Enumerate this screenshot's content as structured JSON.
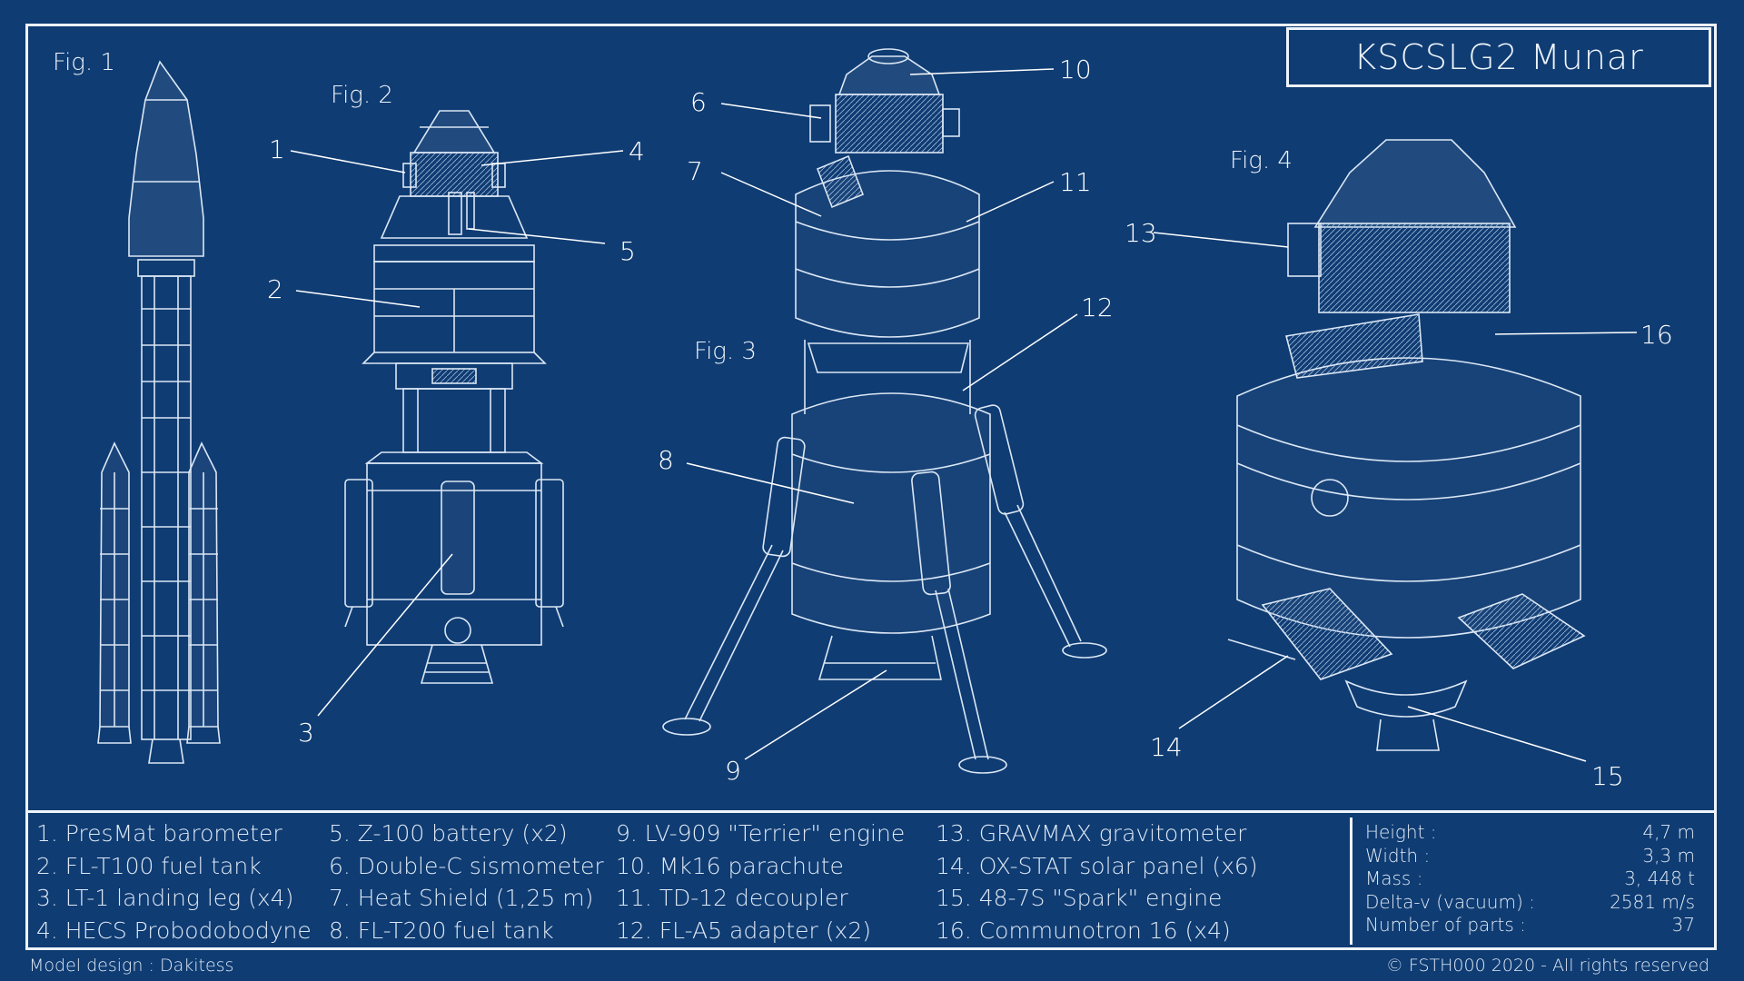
{
  "title": "KSCSLG2 Munar",
  "figures": {
    "fig1": "Fig. 1",
    "fig2": "Fig. 2",
    "fig3": "Fig. 3",
    "fig4": "Fig. 4"
  },
  "callouts": [
    "1",
    "2",
    "3",
    "4",
    "5",
    "6",
    "7",
    "8",
    "9",
    "10",
    "11",
    "12",
    "13",
    "14",
    "15",
    "16"
  ],
  "legend": [
    [
      "1. PresMat barometer",
      "2. FL-T100 fuel tank",
      "3. LT-1 landing leg (x4)",
      "4. HECS Probodobodyne"
    ],
    [
      "5. Z-100 battery (x2)",
      "6. Double-C sismometer",
      "7. Heat Shield (1,25 m)",
      "8. FL-T200 fuel tank"
    ],
    [
      "9. LV-909 \"Terrier\" engine",
      "10. Mk16 parachute",
      "11. TD-12 decoupler",
      "12. FL-A5 adapter (x2)"
    ],
    [
      "13. GRAVMAX gravitometer",
      "14. OX-STAT solar panel (x6)",
      "15. 48-7S \"Spark\" engine",
      "16. Communotron 16 (x4)"
    ]
  ],
  "stats": [
    {
      "label": "Height :",
      "value": "4,7 m"
    },
    {
      "label": "Width :",
      "value": "3,3 m"
    },
    {
      "label": "Mass :",
      "value": "3, 448 t"
    },
    {
      "label": "Delta-v (vacuum) :",
      "value": "2581 m/s"
    },
    {
      "label": "Number of parts :",
      "value": "37"
    }
  ],
  "footer": {
    "left": "Model design : Dakitess",
    "right": "© FSTH000 2020 - All rights reserved"
  },
  "colors": {
    "background": "#0f3c73",
    "line": "#eef4fb"
  }
}
